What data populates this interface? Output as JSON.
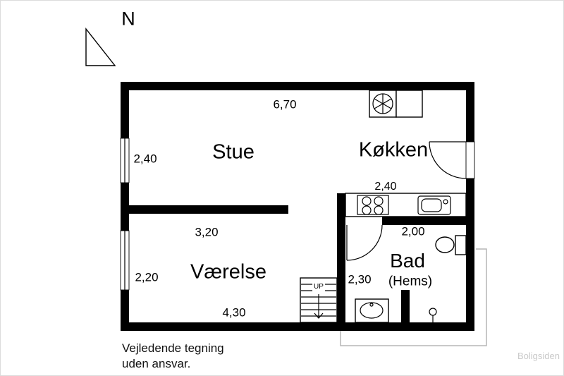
{
  "colors": {
    "wall": "#000000",
    "hems": "#b5b5b5",
    "watermark": "#c9c9c9"
  },
  "north": {
    "label": "N"
  },
  "rooms": {
    "stue": "Stue",
    "kokken": "Køkken",
    "vaerelse": "Værelse",
    "bad": "Bad",
    "bad_sub": "(Hems)"
  },
  "dims": {
    "top_width": "6,70",
    "stue_window": "2,40",
    "counter": "2,40",
    "vaerelse_top": "3,20",
    "bad_width": "2,00",
    "vaerelse_window": "2,20",
    "hall": "2,30",
    "vaerelse_width": "4,30"
  },
  "stairs": {
    "label": "UP"
  },
  "disclaimer": {
    "line1": "Vejledende tegning",
    "line2": "uden ansvar."
  },
  "watermark": "Boligsiden"
}
